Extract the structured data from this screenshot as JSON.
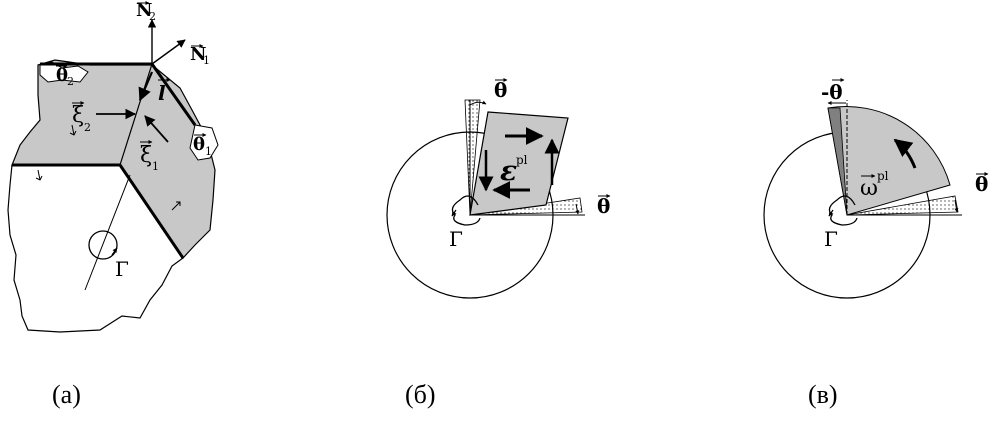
{
  "panels": [
    {
      "caption": "(а)",
      "labels": {
        "n2": "N",
        "n2_sub": "2",
        "n1": "N",
        "n1_sub": "1",
        "theta2": "θ",
        "theta2_sub": "2",
        "theta1": "θ",
        "theta1_sub": "1",
        "l": "l",
        "xi2": "ξ",
        "xi2_sub": "2",
        "xi1": "ξ",
        "xi1_sub": "1",
        "gamma": "Γ"
      }
    },
    {
      "caption": "(б)",
      "labels": {
        "theta_top": "θ",
        "theta_right": "θ",
        "epsilon": "ε",
        "epsilon_sup": "pl",
        "gamma": "Γ"
      }
    },
    {
      "caption": "(в)",
      "labels": {
        "neg_theta": "-θ",
        "theta_right": "θ",
        "omega": "ω",
        "omega_sup": "pl",
        "gamma": "Γ"
      }
    }
  ],
  "colors": {
    "fill": "#c8c8c8",
    "dark_fill": "#808080",
    "line": "#000000",
    "background": "#ffffff"
  }
}
